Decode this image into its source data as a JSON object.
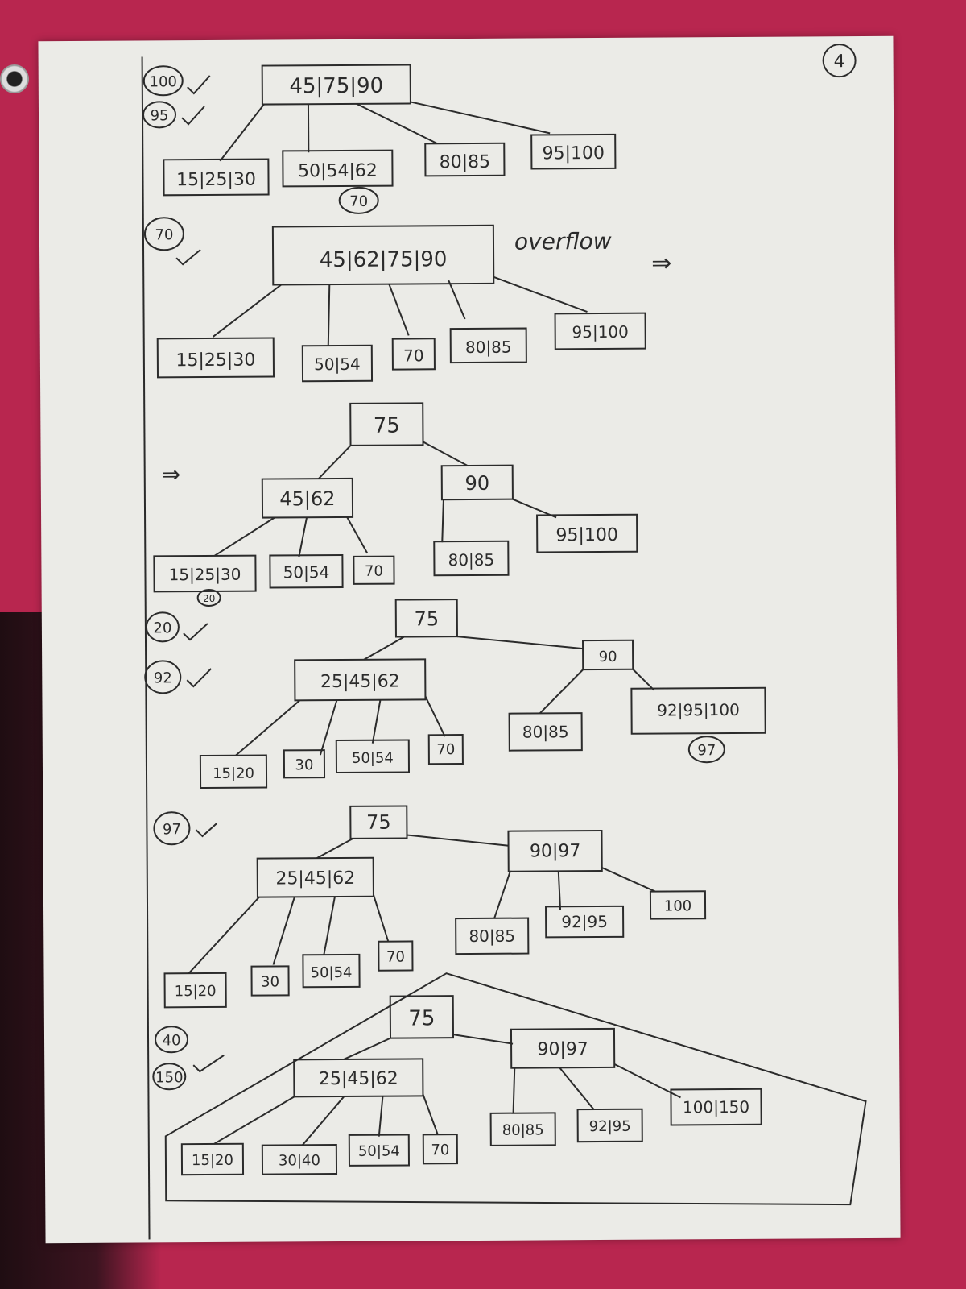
{
  "page_number": "4",
  "steps": [
    {
      "label": "100"
    },
    {
      "label": "95"
    },
    {
      "label": "70"
    },
    {
      "label": "20"
    },
    {
      "label": "92"
    },
    {
      "label": "97"
    },
    {
      "label": "40"
    },
    {
      "label": "150"
    }
  ],
  "annotations": {
    "overflow": "overflow",
    "arrow": "⇒",
    "pending_70": "70",
    "pending_20": "20",
    "pending_97": "97"
  },
  "trees": [
    {
      "root": "45|75|90",
      "leaves": [
        "15|25|30",
        "50|54|62",
        "80|85",
        "95|100"
      ]
    },
    {
      "root": "45|62|75|90",
      "leaves": [
        "15|25|30",
        "50|54",
        "70",
        "80|85",
        "95|100"
      ]
    },
    {
      "root": "75",
      "internal": [
        "45|62",
        "90"
      ],
      "leaves": [
        "15|25|30",
        "50|54",
        "70",
        "80|85",
        "95|100"
      ]
    },
    {
      "root": "75",
      "internal": [
        "25|45|62",
        "90"
      ],
      "leaves": [
        "15|20",
        "30",
        "50|54",
        "70",
        "80|85",
        "92|95|100"
      ]
    },
    {
      "root": "75",
      "internal": [
        "25|45|62",
        "90|97"
      ],
      "leaves": [
        "15|20",
        "30",
        "50|54",
        "70",
        "80|85",
        "92|95",
        "100"
      ]
    },
    {
      "root": "75",
      "internal": [
        "25|45|62",
        "90|97"
      ],
      "leaves": [
        "15|20",
        "30|40",
        "50|54",
        "70",
        "80|85",
        "92|95",
        "100|150"
      ]
    }
  ]
}
